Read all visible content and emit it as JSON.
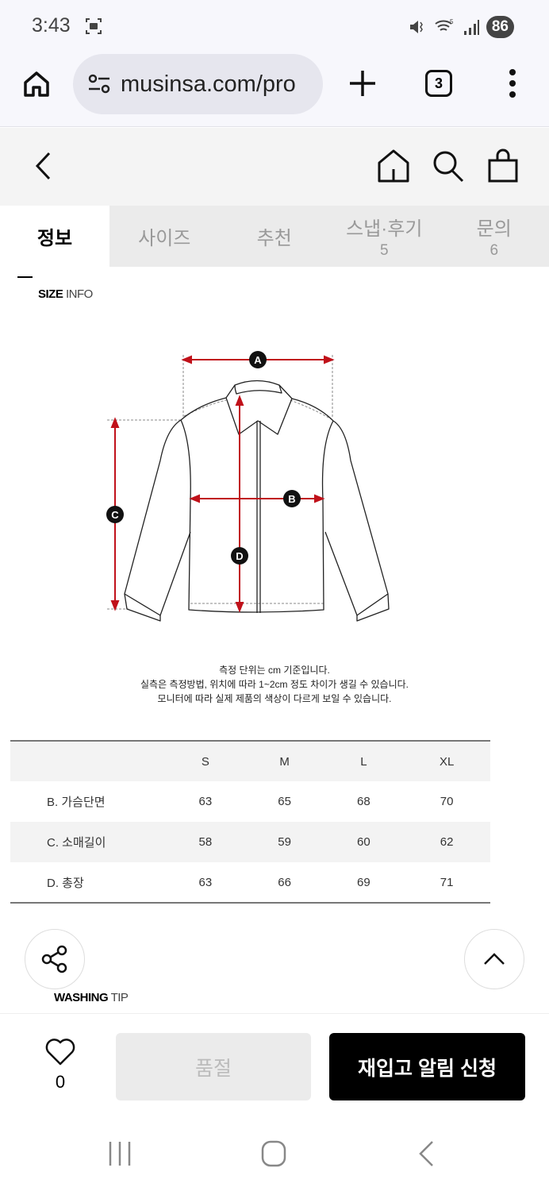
{
  "status_bar": {
    "time": "3:43",
    "battery": "86",
    "icons": [
      "screenshot-icon",
      "mute-icon",
      "wifi-icon",
      "signal-icon",
      "battery-icon"
    ]
  },
  "browser": {
    "url": "musinsa.com/pro",
    "tab_count": "3",
    "icons": [
      "home-icon",
      "site-settings-icon",
      "new-tab-icon",
      "tabs-icon",
      "more-menu-icon"
    ]
  },
  "site_header": {
    "icons": [
      "back-icon",
      "home-icon",
      "search-icon",
      "cart-icon"
    ]
  },
  "tabs": [
    {
      "label": "정보",
      "count": "",
      "active": true
    },
    {
      "label": "사이즈",
      "count": "",
      "active": false
    },
    {
      "label": "추천",
      "count": "",
      "active": false
    },
    {
      "label": "스냅·후기",
      "count": "5",
      "active": false
    },
    {
      "label": "문의",
      "count": "6",
      "active": false
    }
  ],
  "size_info": {
    "title_bold": "SIZE",
    "title_light": "INFO",
    "diagram_labels": [
      "A",
      "B",
      "C",
      "D"
    ],
    "notes": [
      "측정 단위는 cm 기준입니다.",
      "실측은 측정방법, 위치에 따라 1~2cm 정도 차이가 생길 수 있습니다.",
      "모니터에 따라 실제 제품의 색상이 다르게 보일 수 있습니다."
    ],
    "table": {
      "headers": [
        "",
        "S",
        "M",
        "L",
        "XL"
      ],
      "rows": [
        [
          "B. 가슴단면",
          "63",
          "65",
          "68",
          "70"
        ],
        [
          "C. 소매길이",
          "58",
          "59",
          "60",
          "62"
        ],
        [
          "D. 총장",
          "63",
          "66",
          "69",
          "71"
        ]
      ]
    }
  },
  "washing_tip": {
    "title_bold": "WASHING",
    "title_light": "TIP"
  },
  "floating": {
    "share_icon": "share-icon",
    "top_icon": "chevron-up-icon"
  },
  "bottom_bar": {
    "like_count": "0",
    "soldout_label": "품절",
    "restock_label": "재입고 알림 신청"
  },
  "colors": {
    "accent": "#000000",
    "measure_red": "#c0111a",
    "tab_bg": "#ebebeb",
    "disabled_bg": "#ebebeb"
  }
}
